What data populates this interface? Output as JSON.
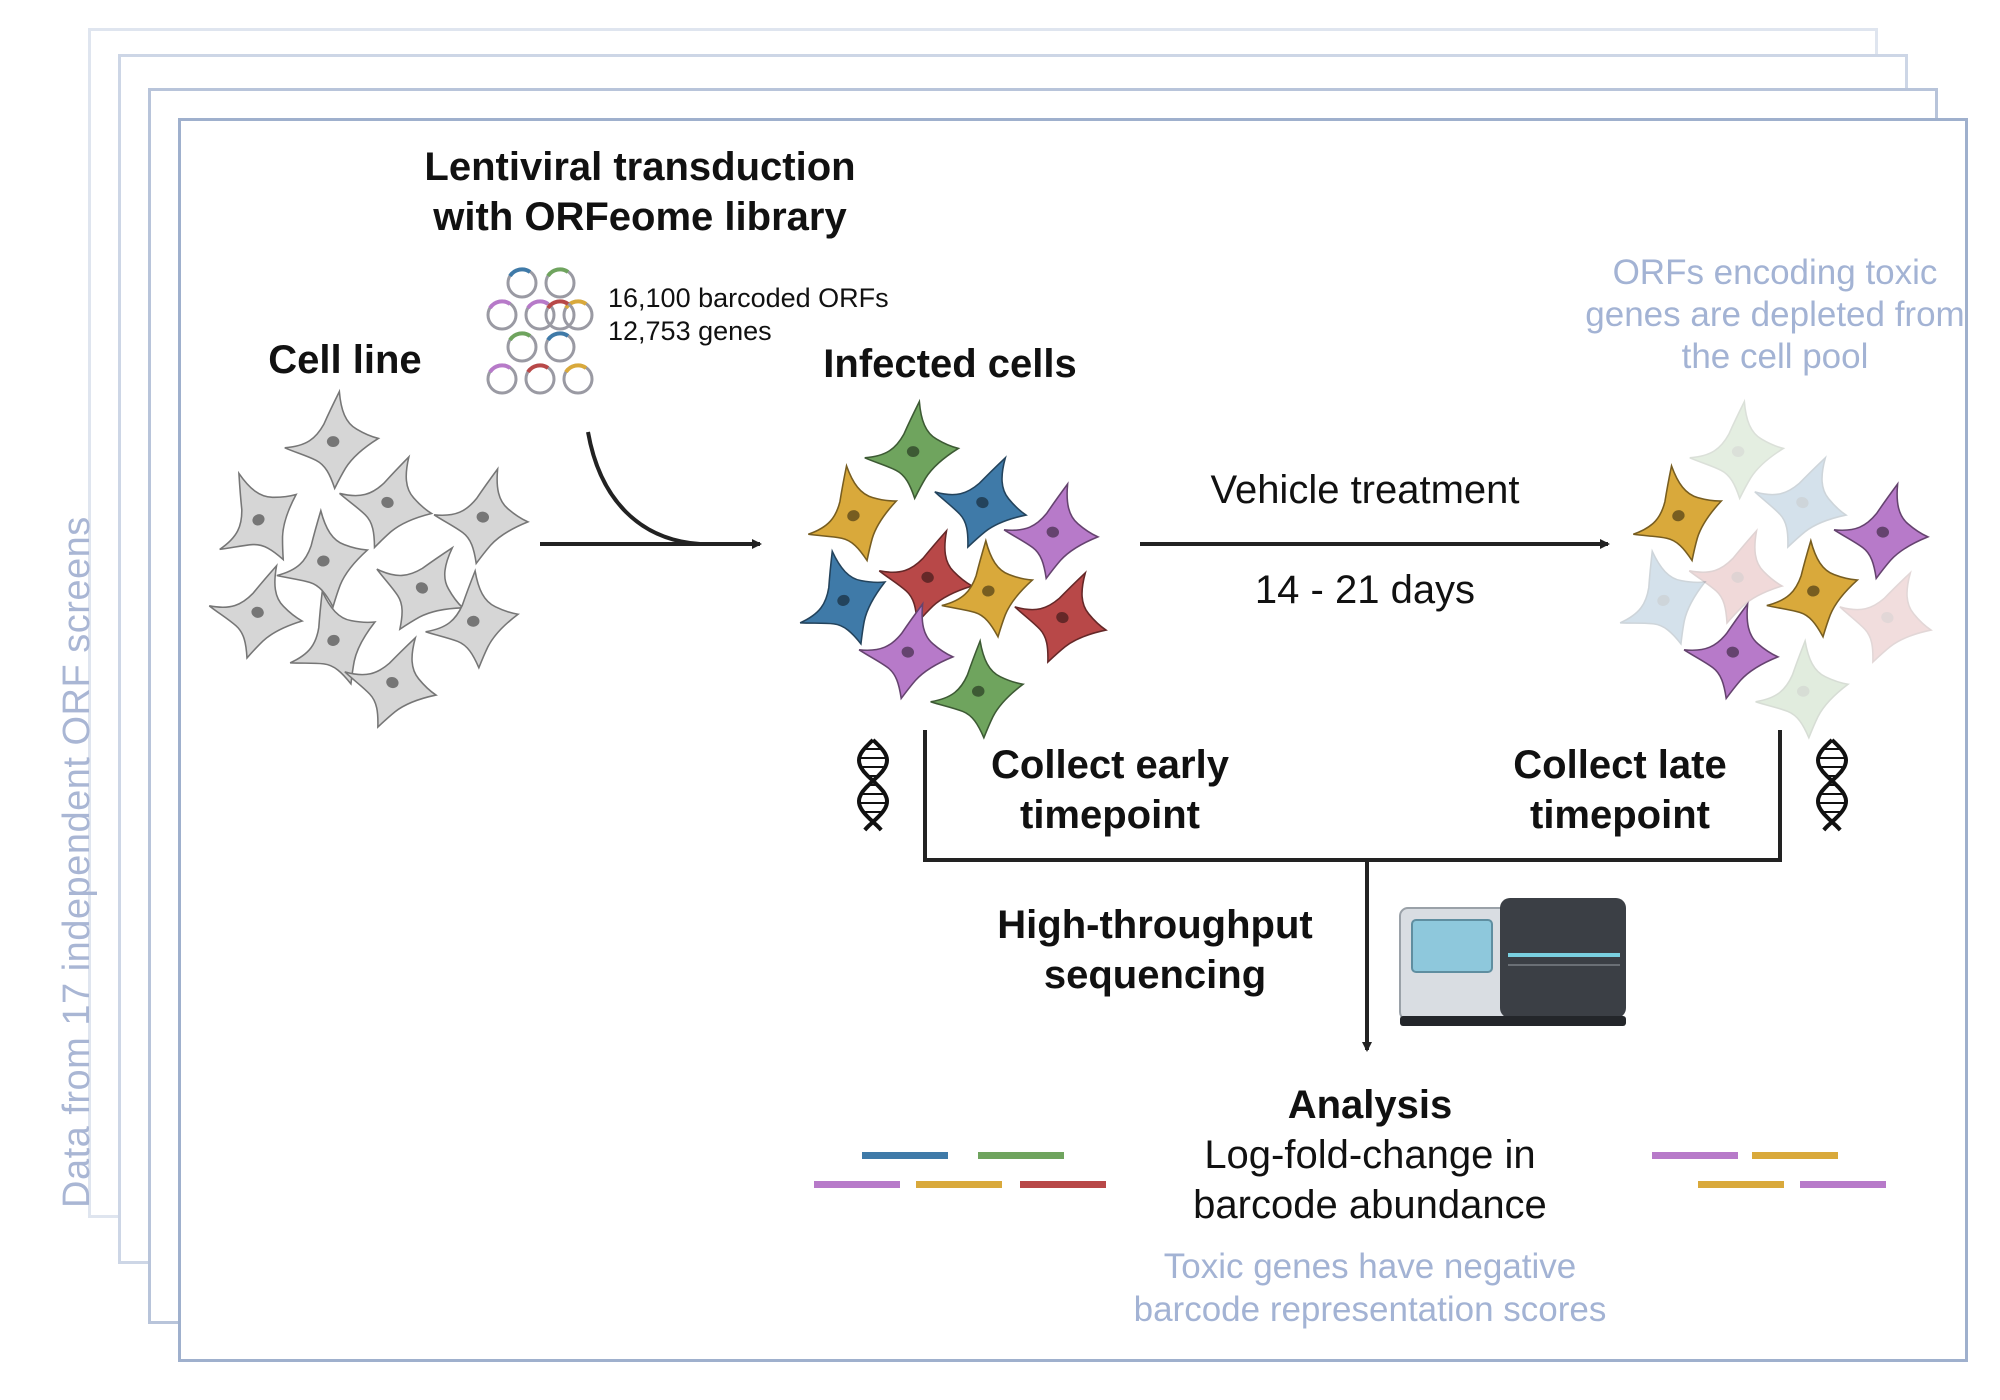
{
  "side_label": "Data from 17 independent ORF screens",
  "library": {
    "title_line1": "Lentiviral transduction",
    "title_line2": "with ORFeome library",
    "stat_orfs": "16,100 barcoded ORFs",
    "stat_genes": "12,753 genes"
  },
  "cell_line_title": "Cell line",
  "infected_title": "Infected cells",
  "toxic_note": {
    "line1": "ORFs encoding toxic",
    "line2": "genes are depleted from",
    "line3": "the cell pool"
  },
  "vehicle_label": "Vehicle treatment",
  "days_label": "14 - 21 days",
  "collect_early": {
    "line1": "Collect early",
    "line2": "timepoint"
  },
  "collect_late": {
    "line1": "Collect late",
    "line2": "timepoint"
  },
  "sequencing": {
    "line1": "High-throughput",
    "line2": "sequencing"
  },
  "analysis": {
    "title": "Analysis",
    "line1": "Log-fold-change in",
    "line2": "barcode abundance"
  },
  "toxic_negative": {
    "line1": "Toxic genes have negative",
    "line2": "barcode representation scores"
  },
  "colors": {
    "gray_cell": "#d6d6d6",
    "green": "#6fa45e",
    "yellow": "#d9a93b",
    "blue": "#3f7aa8",
    "purple": "#b77ac9",
    "red": "#b84848",
    "frame": "#9fb0cd",
    "muted_text": "#a3b3d4"
  },
  "icons": [
    "plasmid-icon",
    "cell-icon",
    "dna-icon",
    "sequencer-icon",
    "arrow-icon"
  ]
}
